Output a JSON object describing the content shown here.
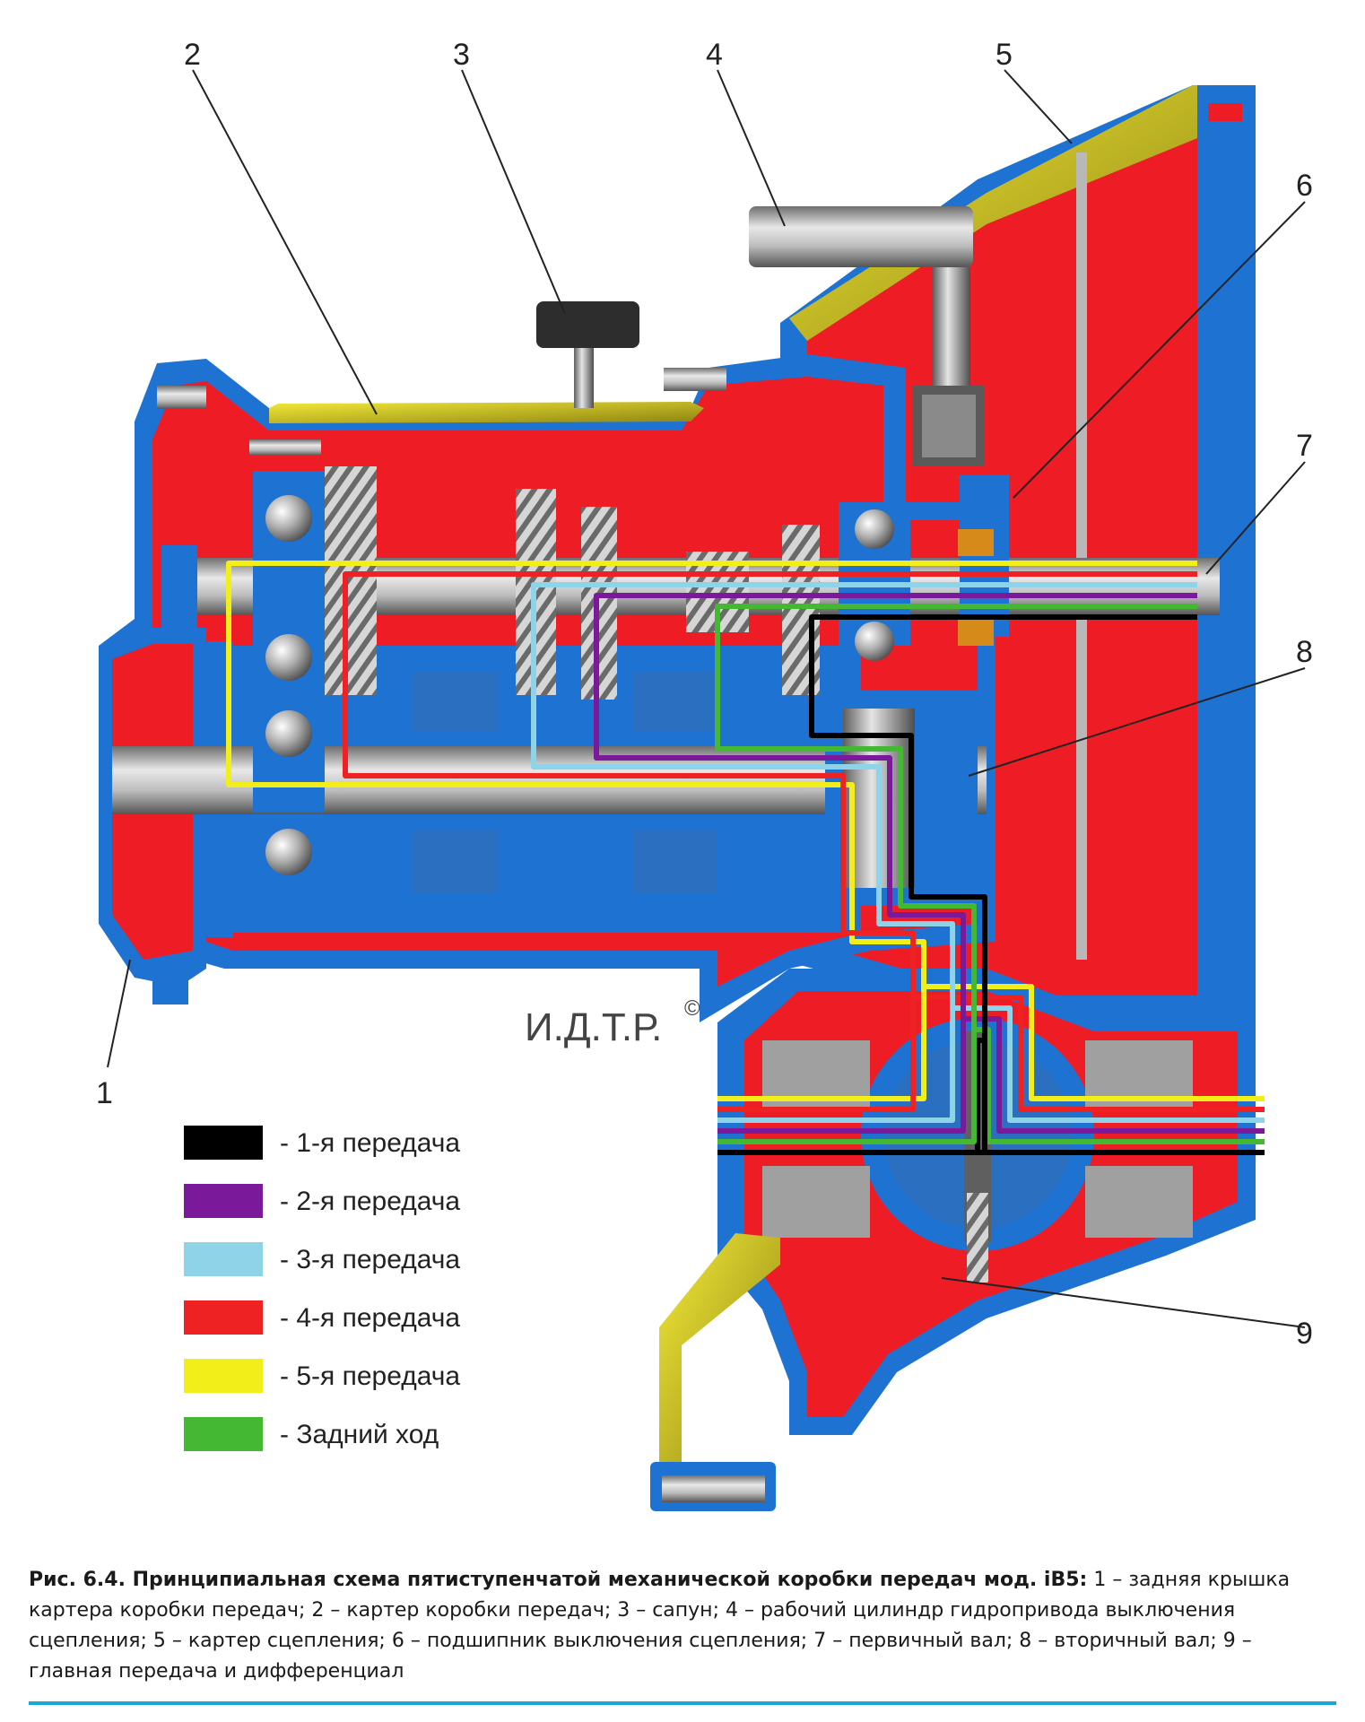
{
  "callouts": [
    {
      "id": "1",
      "label": "1"
    },
    {
      "id": "2",
      "label": "2"
    },
    {
      "id": "3",
      "label": "3"
    },
    {
      "id": "4",
      "label": "4"
    },
    {
      "id": "5",
      "label": "5"
    },
    {
      "id": "6",
      "label": "6"
    },
    {
      "id": "7",
      "label": "7"
    },
    {
      "id": "8",
      "label": "8"
    },
    {
      "id": "9",
      "label": "9"
    }
  ],
  "watermark": "И.Д.Т.Р.",
  "watermark_symbol": "©",
  "legend": [
    {
      "label": "- 1-я  передача",
      "color": "#000000"
    },
    {
      "label": "- 2-я  передача",
      "color": "#7a1a9a"
    },
    {
      "label": "- 3-я  передача",
      "color": "#8fd3e8"
    },
    {
      "label": "- 4-я  передача",
      "color": "#ee2222"
    },
    {
      "label": "- 5-я  передача",
      "color": "#f2ee1a"
    },
    {
      "label": "- Задний ход",
      "color": "#44b833"
    }
  ],
  "caption": {
    "title": "Рис. 6.4. Принципиальная схема пятиступенчатой механической коробки передач мод. iB5:",
    "text": " 1 – задняя крышка картера коробки передач; 2 – картер коробки передач; 3 – сапун; 4 – рабочий цилиндр гидропривода выключения сцепления; 5 – картер сцепления; 6 – подшипник выключения сцепления; 7 – первичный вал; 8 – вторичный вал; 9 – главная передача и дифференциал"
  },
  "colors": {
    "housing": "#ee1c25",
    "oil": "#1e73d2",
    "casting": "#d9d01e",
    "metal": "#a8a8a8",
    "rule": "#19a6d9"
  }
}
